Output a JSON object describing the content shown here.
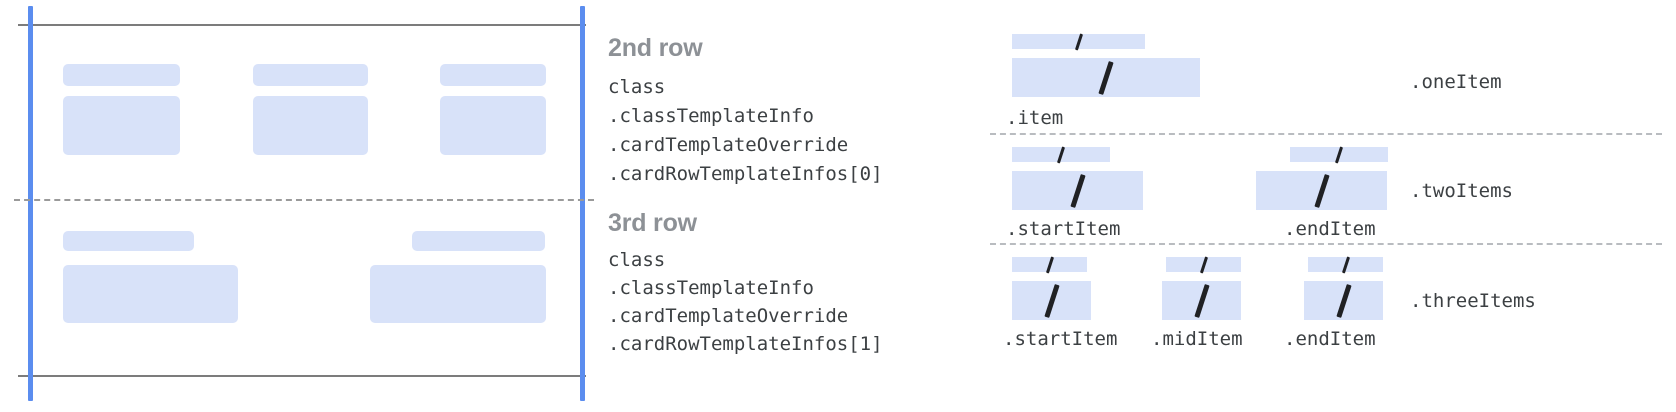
{
  "colors": {
    "placeholder_fill": "#d8e2f9",
    "guide_blue": "#5b8def",
    "rule_gray": "#7c7c7c",
    "dash_gray": "#9a9a9a",
    "heading_gray": "#8d9196",
    "mono_text": "#3c4043",
    "slash_black": "#202124",
    "background": "#ffffff"
  },
  "card_preview": {
    "name": "card-row-preview",
    "rows": [
      {
        "name": "second-row-preview",
        "cells": [
          {
            "title_bar": true,
            "body_box": true
          },
          {
            "title_bar": true,
            "body_box": true
          },
          {
            "title_bar": true,
            "body_box": true
          }
        ]
      },
      {
        "name": "third-row-preview",
        "cells": [
          {
            "title_bar": true,
            "body_box": true
          },
          {
            "title_bar": true,
            "body_box": true
          }
        ]
      }
    ]
  },
  "annotations": [
    {
      "heading": "2nd row",
      "lines": [
        "class",
        ".classTemplateInfo",
        ".cardTemplateOverride",
        ".cardRowTemplateInfos[0]"
      ]
    },
    {
      "heading": "3rd row",
      "lines": [
        "class",
        ".classTemplateInfo",
        ".cardTemplateOverride",
        ".cardRowTemplateInfos[1]"
      ]
    }
  ],
  "item_groups": [
    {
      "group_label": ".oneItem",
      "items": [
        {
          "label": ".item"
        }
      ]
    },
    {
      "group_label": ".twoItems",
      "items": [
        {
          "label": ".startItem"
        },
        {
          "label": ".endItem"
        }
      ]
    },
    {
      "group_label": ".threeItems",
      "items": [
        {
          "label": ".startItem"
        },
        {
          "label": ".midItem"
        },
        {
          "label": ".endItem"
        }
      ]
    }
  ]
}
